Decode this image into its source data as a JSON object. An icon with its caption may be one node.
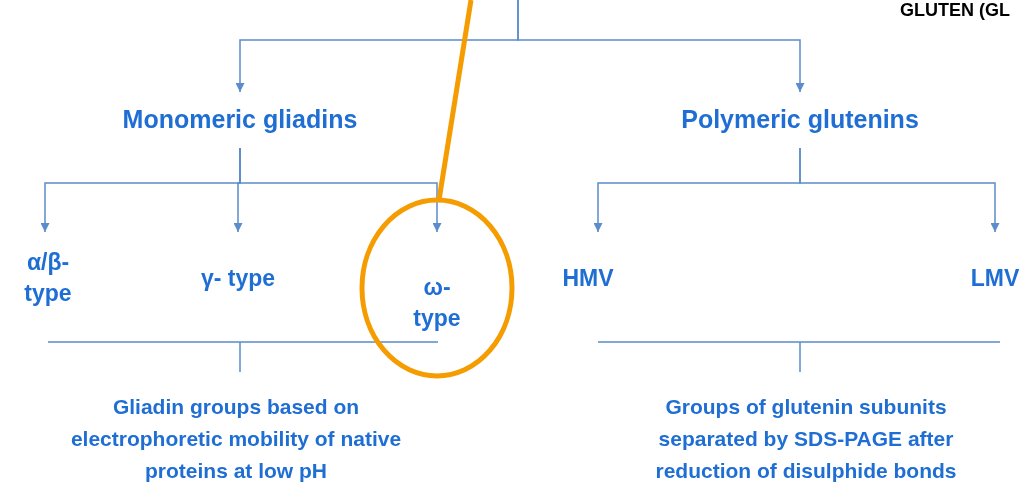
{
  "diagram": {
    "nodes": [
      {
        "text": [
          "Monomeric gliadins"
        ]
      },
      {
        "text": [
          "Polymeric glutenins"
        ]
      },
      {
        "text": [
          "α/β- type"
        ]
      },
      {
        "text": [
          "γ- type"
        ]
      },
      {
        "text": [
          "ω- type"
        ],
        "in": 9
      },
      {
        "text": [
          "HMV"
        ]
      },
      {
        "text": [
          "LMV"
        ]
      },
      {
        "text": [
          "Gliadin groups based on electrophoretic mobility of native proteins at low pH"
        ]
      },
      {
        "text": [
          "Groups of glutenin subunits separated by SDS-PAGE after reduction of disulphide bonds"
        ]
      },
      {
        "text": [],
        "shape": "circle"
      }
    ],
    "edges": [
      {
        "from": null,
        "to": 0,
        "arrow": "to"
      },
      {
        "from": null,
        "to": 1,
        "arrow": "to"
      },
      {
        "from": 0,
        "to": 2,
        "arrow": "to"
      },
      {
        "from": 0,
        "to": 3,
        "arrow": "to"
      },
      {
        "from": 0,
        "to": 4,
        "arrow": "to"
      },
      {
        "from": 1,
        "to": 5,
        "arrow": "to"
      },
      {
        "from": 1,
        "to": 6,
        "arrow": "to"
      },
      {
        "from": null,
        "to": 9,
        "arrow": "none",
        "style": "thick",
        "color": "#f59c00"
      }
    ],
    "labels": [
      "GLUTEN (GL"
    ]
  }
}
